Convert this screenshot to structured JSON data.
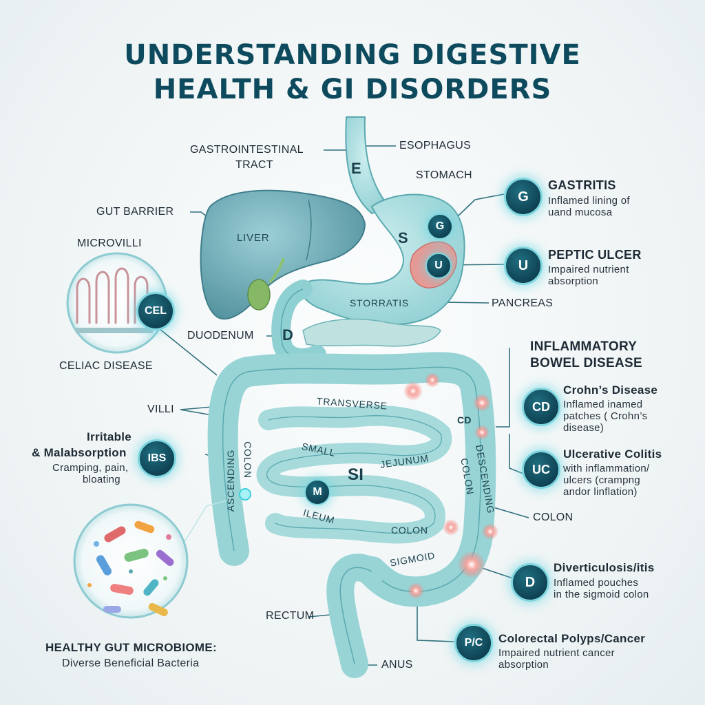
{
  "title": {
    "line1": "UNDERSTANDING DIGESTIVE",
    "line2": "HEALTH & GI DISORDERS"
  },
  "labels": {
    "gi_tract_1": "GASTROINTESTINAL",
    "gi_tract_2": "TRACT",
    "esophagus": "ESOPHAGUS",
    "stomach": "STOMACH",
    "gut_barrier": "GUT BARRIER",
    "microvilli": "MICROVILLI",
    "liver": "LIVER",
    "storratis": "STORRATIS",
    "pancreas": "PANCREAS",
    "duodenum": "DUODENUM",
    "celiac": "CELIAC DISEASE",
    "villi": "VILLI",
    "transverse": "TRANSVERSE",
    "ascending": "ASCENDING",
    "colon_left": "COLON",
    "small": "SMALL",
    "jejunum": "JEJUNUM",
    "ileum": "ILEUM",
    "colon_mid": "COLON",
    "sigmoid": "SIGMOID",
    "descending": "DESCENDING",
    "colon_desc": "COLON",
    "colon": "COLON",
    "rectum": "RECTUM",
    "anus": "ANUS",
    "letter_e": "E",
    "letter_s": "S",
    "letter_d": "D",
    "letter_si": "SI",
    "letter_cd": "CD",
    "microbiome_title": "HEALTHY GUT MICROBIOME:",
    "microbiome_desc": "Diverse Beneficial Bacteria"
  },
  "badges": {
    "g": "G",
    "g_small": "G",
    "u": "U",
    "u_small": "U",
    "cel": "CEL",
    "ibs": "IBS",
    "m": "M",
    "cd": "CD",
    "uc": "UC",
    "d": "D",
    "pc": "P/C"
  },
  "conditions": {
    "gastritis": {
      "name": "GASTRITIS",
      "desc1": "Inflamed lining of",
      "desc2": "uand mucosa"
    },
    "peptic": {
      "name": "PEPTIC ULCER",
      "desc1": "Impaired nutrient",
      "desc2": "absorption"
    },
    "ibd": {
      "line1": "INFLAMMATORY",
      "line2": "BOWEL DISEASE"
    },
    "crohns": {
      "name": "Crohn’s Disease",
      "desc1": "Inflamed inamed",
      "desc2": "patches ( Crohn’s",
      "desc3": "disease)"
    },
    "uc": {
      "name": "Ulcerative Colitis",
      "desc1": "with inflammation/",
      "desc2": "ulcers (crampng",
      "desc3": "andor linflation)"
    },
    "ibs": {
      "name1": "Irritable",
      "name2": "& Malabsorption",
      "desc1": "Cramping, pain,",
      "desc2": "bloating"
    },
    "divert": {
      "name": "Diverticulosis/itis",
      "desc1": "Inflamed pouches",
      "desc2": "in the sigmoid colon"
    },
    "crc": {
      "name": "Colorectal Polyps/Cancer",
      "desc1": "Impaired nutrient cancer",
      "desc2": "absorption"
    }
  },
  "colors": {
    "title": "#0e4a5e",
    "organ": "#a9dadd",
    "organ_stroke": "#5aa9b0",
    "liver": "#6aa9b4",
    "badge": "#0f4354",
    "glow": "#7fd6df",
    "inflamed": "#f08a86"
  }
}
